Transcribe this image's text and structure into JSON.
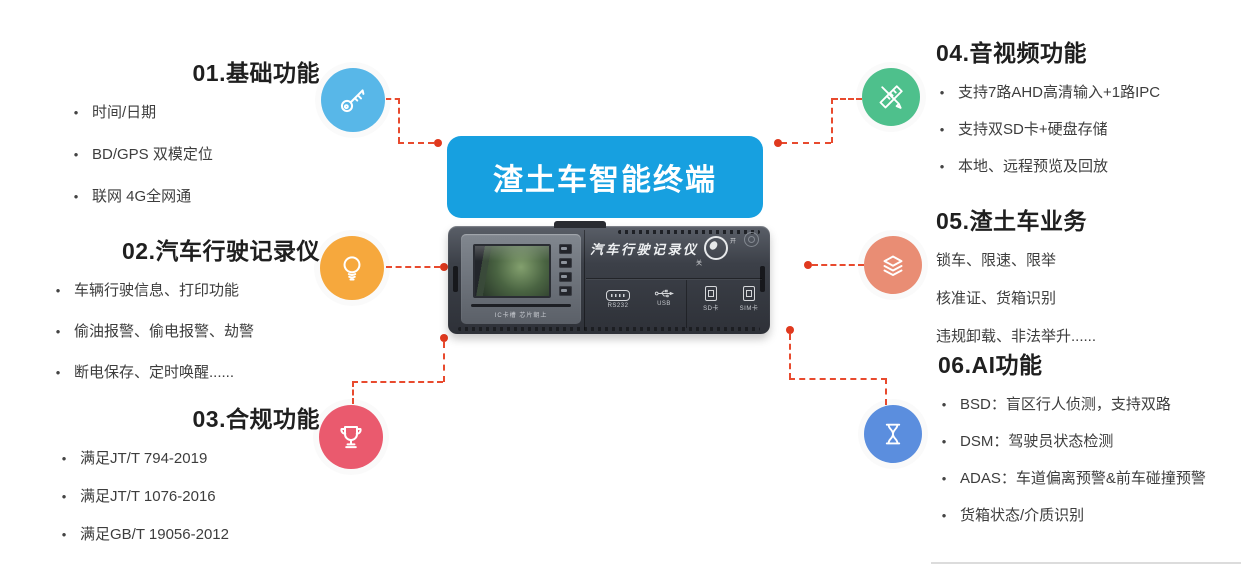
{
  "title": {
    "text": "渣土车智能终端",
    "bg": "#17a0e0"
  },
  "ui": {
    "bullet": "•"
  },
  "colors": {
    "banner_blue": "#17a0e0",
    "connector_red": "#e84a2e",
    "dot_red": "#e0391e",
    "heading_text": "#1f1f1f",
    "body_text": "#3d3d3d"
  },
  "sections": [
    {
      "id": "01",
      "heading": "01.基础功能",
      "icon": "key-icon",
      "circle_color": "#58b7e8",
      "items": [
        "时间/日期",
        "BD/GPS 双模定位",
        "联网 4G全网通"
      ]
    },
    {
      "id": "02",
      "heading": "02.汽车行驶记录仪",
      "icon": "bulb-icon",
      "circle_color": "#f6a83d",
      "items": [
        "车辆行驶信息、打印功能",
        "偷油报警、偷电报警、劫警",
        "断电保存、定时唤醒......"
      ]
    },
    {
      "id": "03",
      "heading": "03.合规功能",
      "icon": "trophy-icon",
      "circle_color": "#ea5a6e",
      "items": [
        "满足JT/T 794-2019",
        "满足JT/T 1076-2016",
        "满足GB/T 19056-2012"
      ]
    },
    {
      "id": "04",
      "heading": "04.音视频功能",
      "icon": "pencil-ruler-icon",
      "circle_color": "#4ec08c",
      "items": [
        "支持7路AHD高清输入+1路IPC",
        "支持双SD卡+硬盘存储",
        "本地、远程预览及回放"
      ]
    },
    {
      "id": "05",
      "heading": "05.渣土车业务",
      "icon": "layers-icon",
      "circle_color": "#e98d74",
      "items": [
        "锁车、限速、限举",
        "核准证、货箱识别",
        "违规卸载、非法举升......"
      ]
    },
    {
      "id": "06",
      "heading": "06.AI功能",
      "icon": "hourglass-icon",
      "circle_color": "#5b8ede",
      "items": [
        "BSD：盲区行人侦测，支持双路",
        "DSM：驾驶员状态检测",
        "ADAS：车道偏离预警&前车碰撞预警",
        "货箱状态/介质识别"
      ]
    }
  ],
  "device": {
    "brand_text": "汽车行驶记录仪",
    "screen_caption": "IC卡槽 芯片朝上",
    "knob_on": "开",
    "knob_off": "关",
    "ports": [
      "RS232",
      "USB",
      "SD卡",
      "SIM卡"
    ]
  }
}
